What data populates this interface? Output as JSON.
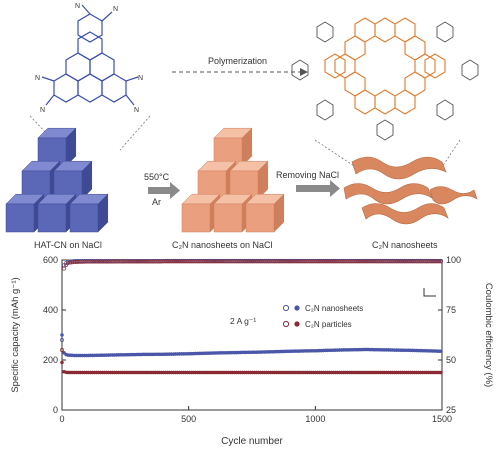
{
  "schematic": {
    "polymerization_label": "Polymerization",
    "step1_temp": "550°C",
    "step1_gas": "Ar",
    "step2_label": "Removing NaCl",
    "stage1_caption": "HAT-CN on NaCl",
    "stage2_caption": "C₂N nanosheets on NaCl",
    "stage3_caption": "C₂N nanosheets",
    "molecule_cn_label": "N",
    "colors": {
      "blue_cube_front": "#5b68b8",
      "blue_cube_top": "#7f8ad0",
      "blue_cube_side": "#3e4a93",
      "orange_cube_front": "#eaa07e",
      "orange_cube_top": "#f4c0a6",
      "orange_cube_side": "#cf7f5c",
      "sheet": "#d9875f",
      "molecule_line": "#3a4fb0",
      "polymer_line": "#e07a2c",
      "arrow": "#8a8a8a"
    }
  },
  "chart_data": {
    "type": "scatter",
    "xlabel": "Cycle number",
    "ylabel": "Specific capacity (mAh g⁻¹)",
    "y2label": "Coulombic efficiency (%)",
    "xlim": [
      0,
      1500
    ],
    "ylim": [
      0,
      600
    ],
    "y2lim": [
      25,
      100
    ],
    "xticks": [
      "0",
      "500",
      "1000",
      "1500"
    ],
    "yticks": [
      "0",
      "200",
      "400",
      "600"
    ],
    "y2ticks": [
      "25",
      "50",
      "75",
      "100"
    ],
    "annotation": "2 A g⁻¹",
    "legend_placement": "center",
    "series": [
      {
        "name": "C₂N nanosheets",
        "axis": "left",
        "color": "#4a56a8",
        "x": [
          0,
          1,
          3,
          5,
          10,
          20,
          50,
          100,
          200,
          300,
          400,
          500,
          600,
          700,
          800,
          900,
          1000,
          1100,
          1200,
          1300,
          1400,
          1500
        ],
        "y": [
          300,
          280,
          250,
          235,
          225,
          220,
          218,
          218,
          220,
          222,
          223,
          225,
          228,
          230,
          232,
          235,
          237,
          240,
          242,
          240,
          238,
          235
        ]
      },
      {
        "name": "C₂N particles",
        "axis": "left",
        "color": "#8a2a33",
        "x": [
          0,
          1,
          3,
          5,
          10,
          20,
          50,
          100,
          200,
          300,
          400,
          500,
          600,
          700,
          800,
          900,
          1000,
          1100,
          1200,
          1300,
          1400,
          1500
        ],
        "y": [
          190,
          175,
          160,
          155,
          152,
          150,
          150,
          150,
          150,
          150,
          150,
          150,
          150,
          150,
          150,
          150,
          150,
          150,
          150,
          150,
          150,
          150
        ]
      },
      {
        "name": "C₂N nanosheets CE",
        "axis": "right",
        "color": "#4a56a8",
        "x": [
          0,
          5,
          20,
          50,
          100,
          500,
          1000,
          1500
        ],
        "y": [
          60,
          97,
          99,
          99.5,
          99.5,
          99.6,
          99.6,
          99.6
        ]
      },
      {
        "name": "C₂N particles CE",
        "axis": "right",
        "color": "#8a2a33",
        "x": [
          0,
          5,
          20,
          50,
          100,
          500,
          1000,
          1500
        ],
        "y": [
          55,
          95,
          98.5,
          99,
          99.2,
          99.3,
          99.3,
          99.3
        ]
      }
    ],
    "legend_entries": [
      "C₂N nanosheets",
      "C₂N particles"
    ]
  }
}
